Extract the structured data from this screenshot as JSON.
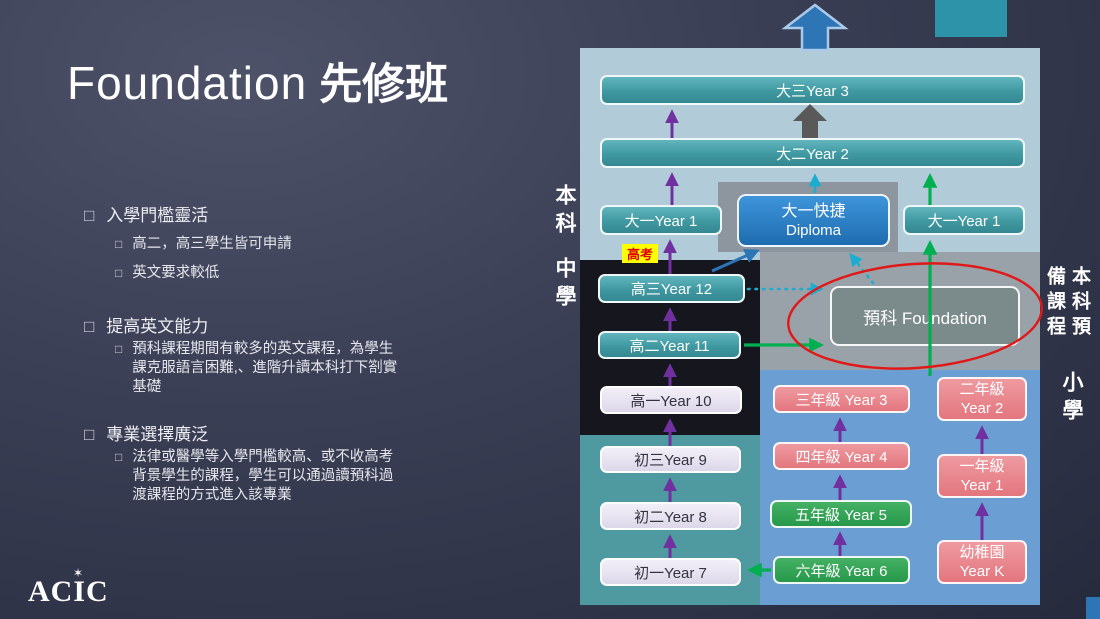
{
  "title": {
    "en": "Foundation",
    "zh": "先修班"
  },
  "bullets": [
    {
      "label": "入學門檻靈活",
      "children": [
        "高二，高三學生皆可申請",
        "英文要求較低"
      ]
    },
    {
      "label": "提高英文能力",
      "children": [
        "預科課程期間有較多的英文課程，為學生課克服語言困難,、進階升讀本科打下劄實基礎"
      ]
    },
    {
      "label": "專業選擇廣泛",
      "children": [
        "法律或醫學等入學門檻較高、或不收高考背景學生的課程，學生可以通過讀預科過渡課程的方式進入該專業"
      ]
    }
  ],
  "logo": {
    "text": "ACIC",
    "star": "✶"
  },
  "labels": {
    "undergrad": "本科",
    "middle_school": "中學",
    "prep_course": "本科預備課程",
    "primary_school": "小學",
    "gaokao": "高考"
  },
  "boxes": {
    "uni_year3": "大三Year 3",
    "uni_year2": "大二Year 2",
    "uni_year1_left": "大一Year 1",
    "uni_year1_right": "大一Year 1",
    "diploma_line1": "大一快捷",
    "diploma_line2": "Diploma",
    "sec_year12": "高三Year 12",
    "sec_year11": "高二Year 11",
    "sec_year10": "高一Year 10",
    "sec_year9": "初三Year 9",
    "sec_year8": "初二Year 8",
    "sec_year7": "初一Year 7",
    "foundation": "預科 Foundation",
    "pri_year3": "三年級 Year 3",
    "pri_year4": "四年級 Year 4",
    "pri_year5": "五年級 Year 5",
    "pri_year6": "六年級 Year 6",
    "pri_year2_l1": "二年級",
    "pri_year2_l2": "Year 2",
    "pri_year1_l1": "一年級",
    "pri_year1_l2": "Year 1",
    "pri_yeark_l1": "幼稚園",
    "pri_yeark_l2": "Year K"
  },
  "colors": {
    "slide_bg": "#3b3f55",
    "teal": "#3f98a1",
    "blue": "#2e75b6",
    "pink": "#e4767e",
    "green": "#27984b",
    "purple_arrow": "#7030a0",
    "green_arrow": "#00b050",
    "cyan_arrow": "#1badcf",
    "gaokao_bg": "#ffff00",
    "gaokao_text": "#e00000",
    "highlight_ellipse": "#e11818"
  }
}
